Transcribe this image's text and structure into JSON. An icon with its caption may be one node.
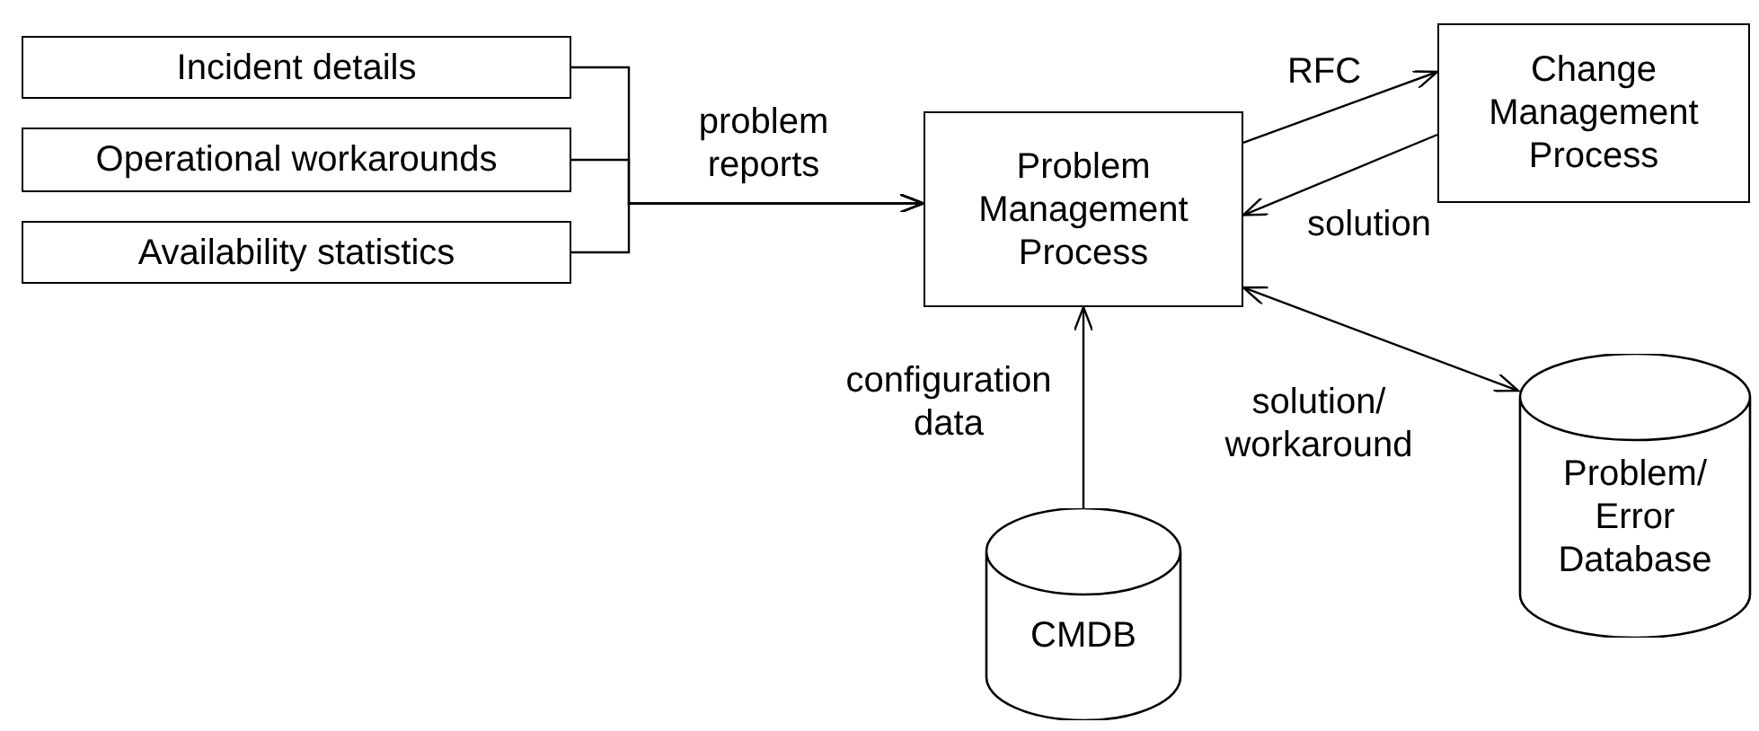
{
  "diagram": {
    "nodes": [
      {
        "text": [
          "Incident details"
        ]
      },
      {
        "text": [
          "Operational workarounds"
        ]
      },
      {
        "text": [
          "Availability statistics"
        ]
      },
      {
        "text": [
          "Problem Management Process"
        ]
      },
      {
        "text": [
          "Change Management Process"
        ]
      },
      {
        "text": [
          "CMDB"
        ]
      },
      {
        "text": [
          "Problem/ Error Database"
        ]
      }
    ],
    "edges": [
      {
        "from": 0,
        "to": 3,
        "arrow": "to"
      },
      {
        "from": 1,
        "to": 3,
        "arrow": "to",
        "label": "problem reports"
      },
      {
        "from": 2,
        "to": 3,
        "arrow": "to"
      },
      {
        "from": 3,
        "to": 4,
        "arrow": "to",
        "label": "RFC"
      },
      {
        "from": 4,
        "to": 3,
        "arrow": "to",
        "label": "solution"
      },
      {
        "from": 5,
        "to": 3,
        "arrow": "to",
        "label": "configuration data"
      },
      {
        "from": 3,
        "to": 6,
        "arrow": "both",
        "label": "solution/ workaround"
      }
    ]
  }
}
